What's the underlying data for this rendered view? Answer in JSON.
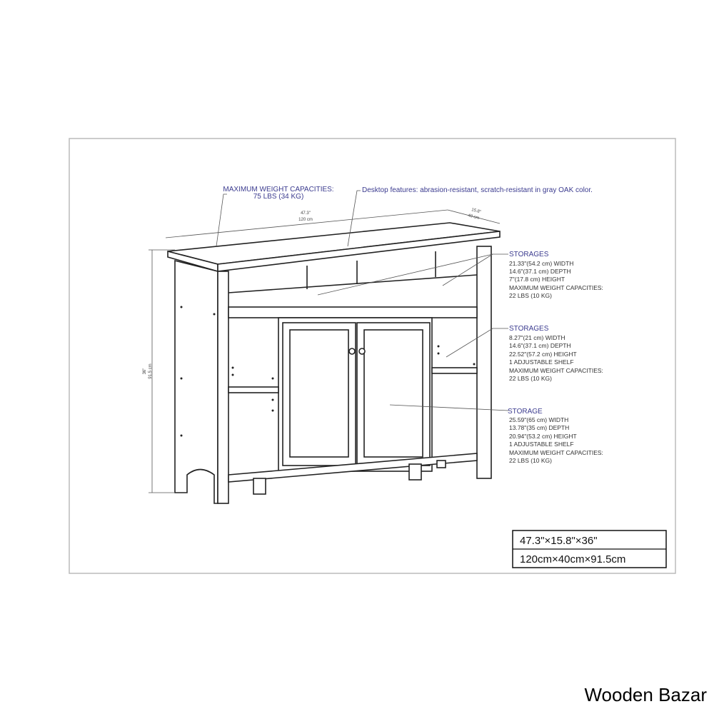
{
  "top_label": {
    "line1": "MAXIMUM WEIGHT CAPACITIES:",
    "line2": "75 LBS (34 KG)"
  },
  "desktop_note": "Desktop features: abrasion-resistant, scratch-resistant in gray OAK color.",
  "dimensions_on_drawing": {
    "width_in": "47.3\"",
    "width_cm": "120 cm",
    "depth_in": "15.8\"",
    "depth_cm": "40 cm",
    "height_in": "36\"",
    "height_cm": "91.5 cm"
  },
  "storages": [
    {
      "title": "STORAGES",
      "lines": [
        "21.33\"(54.2 cm) WIDTH",
        "14.6\"(37.1 cm) DEPTH",
        "7\"(17.8 cm) HEIGHT",
        "MAXIMUM WEIGHT CAPACITIES:",
        "22 LBS (10 KG)"
      ]
    },
    {
      "title": "STORAGES",
      "lines": [
        "8.27\"(21 cm) WIDTH",
        "14.6\"(37.1 cm) DEPTH",
        "22.52\"(57.2 cm) HEIGHT",
        "1 ADJUSTABLE SHELF",
        "MAXIMUM WEIGHT CAPACITIES:",
        "22 LBS (10 KG)"
      ]
    },
    {
      "title": "STORAGE",
      "lines": [
        "25.59\"(65 cm) WIDTH",
        "13.78\"(35 cm) DEPTH",
        "20.94\"(53.2 cm) HEIGHT",
        "1 ADJUSTABLE SHELF",
        "MAXIMUM WEIGHT CAPACITIES:",
        "22 LBS (10 KG)"
      ]
    }
  ],
  "dimension_box": {
    "imperial": "47.3\"×15.8\"×36\"",
    "metric": "120cm×40cm×91.5cm"
  },
  "brand": "Wooden Bazar",
  "colors": {
    "label_blue": "#3b3b8f",
    "line": "#222222",
    "frame": "#bbbbbb"
  }
}
